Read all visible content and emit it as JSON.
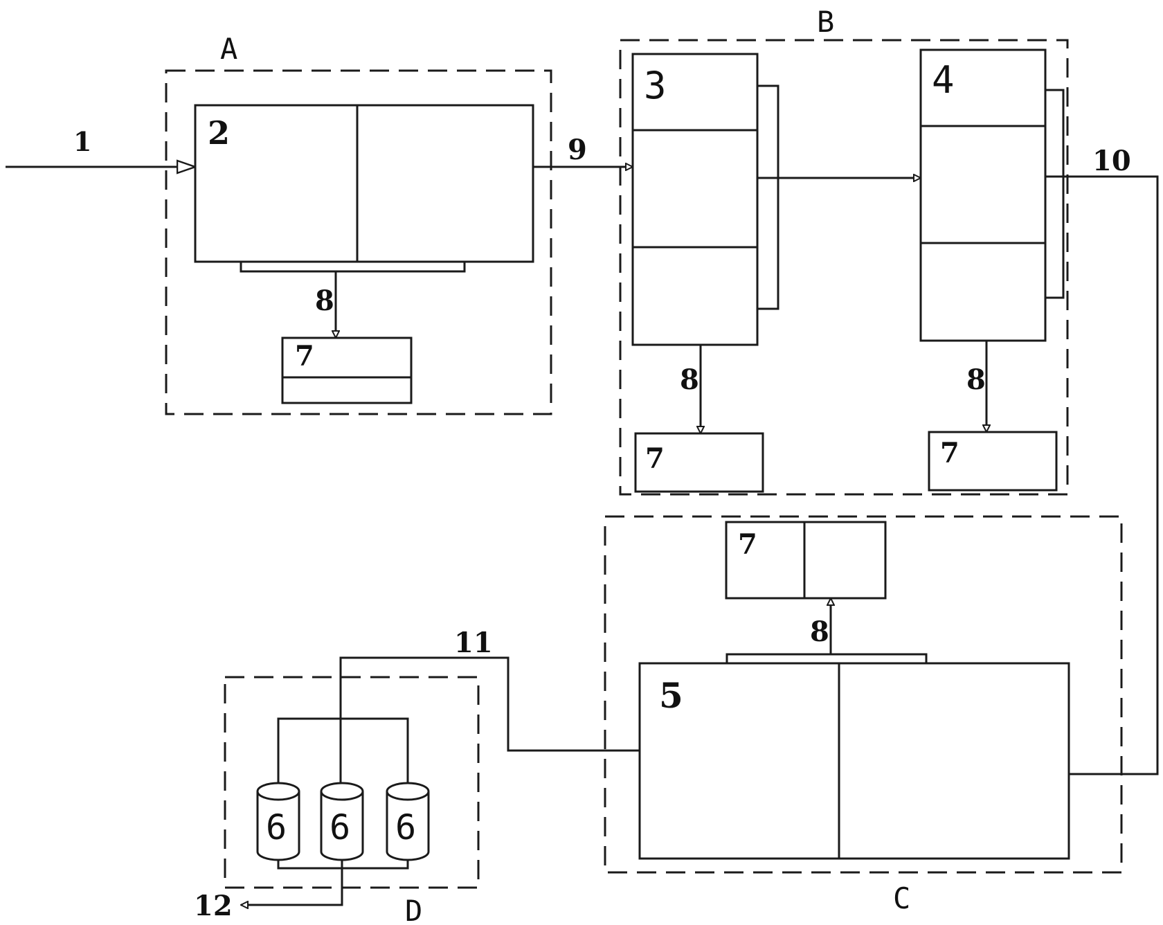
{
  "sections": {
    "a": "A",
    "b": "B",
    "c": "C",
    "d": "D"
  },
  "units": {
    "u2": "2",
    "u3": "3",
    "u4": "4",
    "u5": "5",
    "u6a": "6",
    "u6b": "6",
    "u6c": "6",
    "u7a": "7",
    "u7b": "7",
    "u7c": "7",
    "u7d": "7"
  },
  "flows": {
    "f1": "1",
    "f8a": "8",
    "f8b": "8",
    "f8c": "8",
    "f8d": "8",
    "f9": "9",
    "f10": "10",
    "f11": "11",
    "f12": "12"
  }
}
